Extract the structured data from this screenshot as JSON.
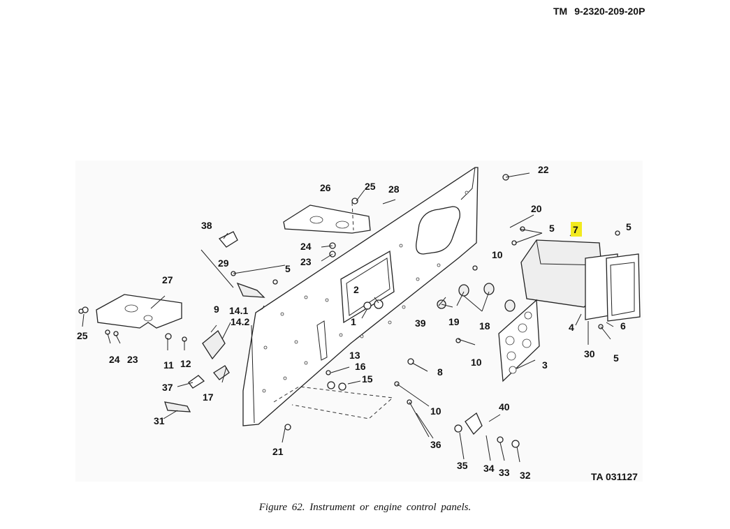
{
  "header": {
    "prefix": "TM",
    "number": "9-2320-209-20P"
  },
  "figure": {
    "caption": "Figure 62. Instrument or engine control panels.",
    "ta_number": "TA 031127",
    "highlight_color": "#f2ea1e",
    "callouts": [
      "22",
      "26",
      "25",
      "28",
      "20",
      "5",
      "7",
      "5",
      "38",
      "24",
      "23",
      "5",
      "10",
      "29",
      "2",
      "27",
      "9",
      "14.1",
      "14.2",
      "1",
      "39",
      "19",
      "18",
      "4",
      "6",
      "25",
      "24",
      "23",
      "11",
      "12",
      "30",
      "5",
      "13",
      "16",
      "8",
      "10",
      "3",
      "15",
      "37",
      "17",
      "10",
      "31",
      "40",
      "36",
      "21",
      "35",
      "34",
      "33",
      "32"
    ]
  }
}
